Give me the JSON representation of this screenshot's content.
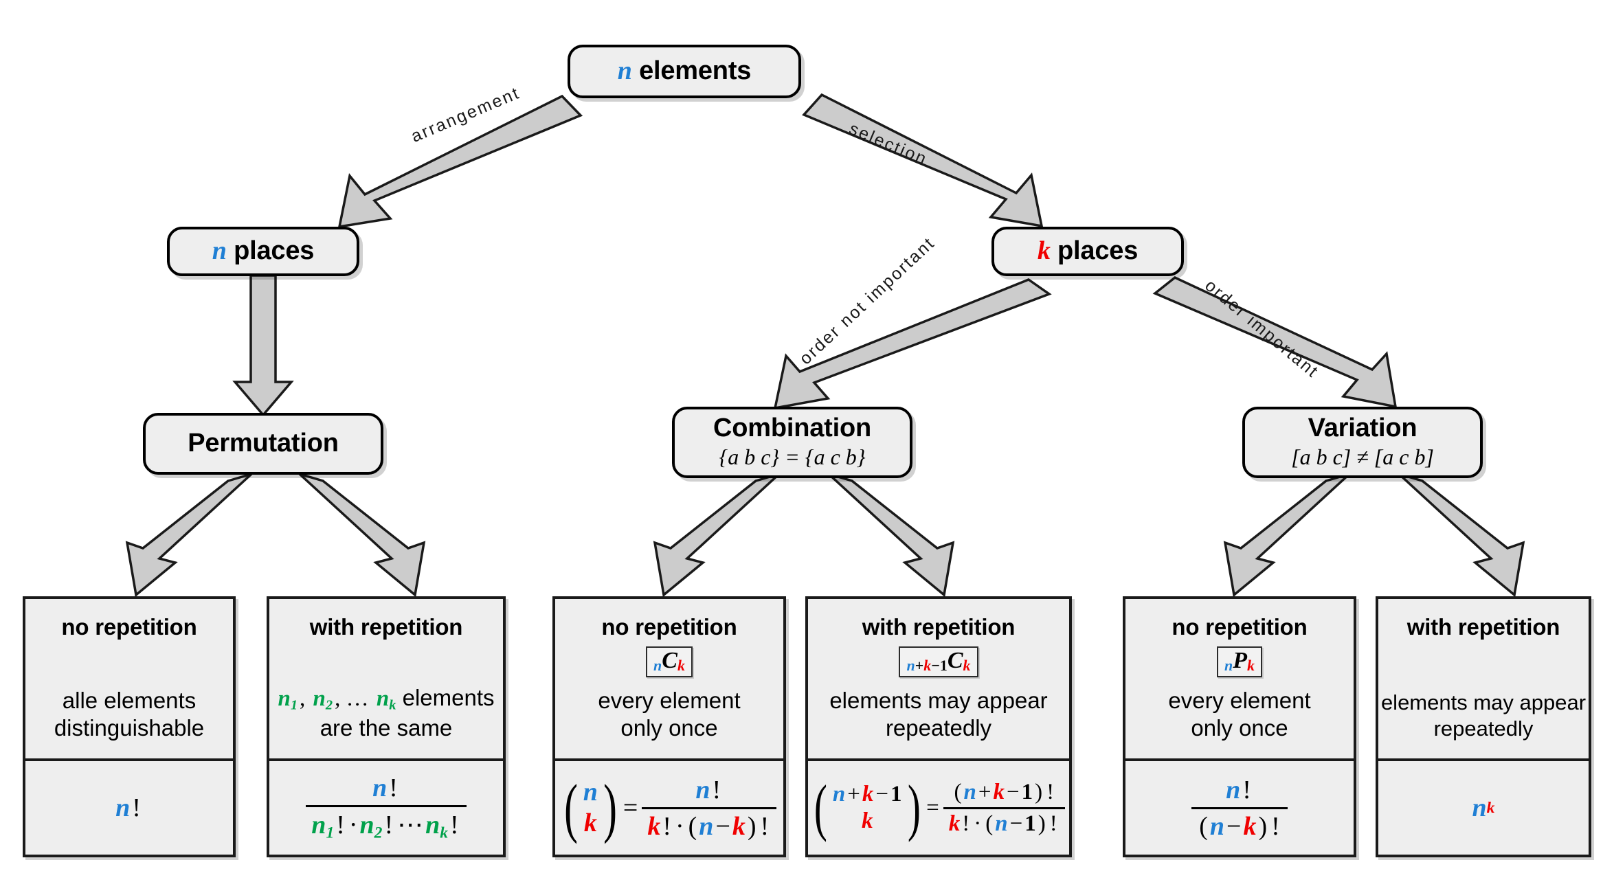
{
  "diagram": {
    "title": "Combinatorics decision tree",
    "colors": {
      "n_color": "#1f7fd4",
      "k_color": "#f00000",
      "group_color": "#00a14b",
      "box_fill": "#eeeeee",
      "box_border": "#000000",
      "arrow_fill": "#cccccc"
    }
  },
  "nodes": {
    "root": {
      "var": "n",
      "label": "elements"
    },
    "left_places": {
      "var": "n",
      "label": "places"
    },
    "right_places": {
      "var": "k",
      "label": "places"
    },
    "permutation": {
      "title": "Permutation",
      "sub": ""
    },
    "combination": {
      "title": "Combination",
      "sub": "{a b c} = {a c b}"
    },
    "variation": {
      "title": "Variation",
      "sub": "[a b c] ≠ [a c b]"
    }
  },
  "edge_labels": {
    "arrangement": "arrangement",
    "selection": "selection",
    "order_not_important": "order not important",
    "order_important": "order important"
  },
  "leaves": [
    {
      "id": "perm-no-rep",
      "heading": "no repetition",
      "symbol": null,
      "description": [
        "alle elements",
        "distinguishable"
      ],
      "formula_text": "n!"
    },
    {
      "id": "perm-with-rep",
      "heading": "with repetition",
      "symbol": null,
      "description": [
        "n₁, n₂, … nₖ elements",
        "are the same"
      ],
      "formula_text": "n! / (n₁! · n₂! ⋯ nₖ!)"
    },
    {
      "id": "comb-no-rep",
      "heading": "no repetition",
      "symbol": "nCk",
      "description": [
        "every element",
        "only once"
      ],
      "formula_text": "(n choose k) = n! / (k! · (n − k)!)"
    },
    {
      "id": "comb-with-rep",
      "heading": "with repetition",
      "symbol": "n+k-1Ck",
      "description": [
        "elements may appear",
        "repeatedly"
      ],
      "formula_text": "(n + k − 1 choose k) = (n + k − 1)! / (k! · (n − 1)!)"
    },
    {
      "id": "var-no-rep",
      "heading": "no repetition",
      "symbol": "nPk",
      "description": [
        "every element",
        "only once"
      ],
      "formula_text": "n! / (n − k)!"
    },
    {
      "id": "var-with-rep",
      "heading": "with repetition",
      "symbol": null,
      "description": [
        "elements may appear",
        "repeatedly"
      ],
      "formula_text": "n^k"
    }
  ],
  "symbols": {
    "n": "n",
    "k": "k",
    "C": "C",
    "P": "P",
    "one": "1",
    "plus": "+",
    "minus": "−",
    "minus_thin": "−",
    "bang": "!",
    "dot": "·",
    "equals": "=",
    "ldots": "⋯",
    "n1": "n",
    "n2": "n",
    "nk": "n",
    "sub1": "1",
    "sub2": "2",
    "subk": "k"
  }
}
